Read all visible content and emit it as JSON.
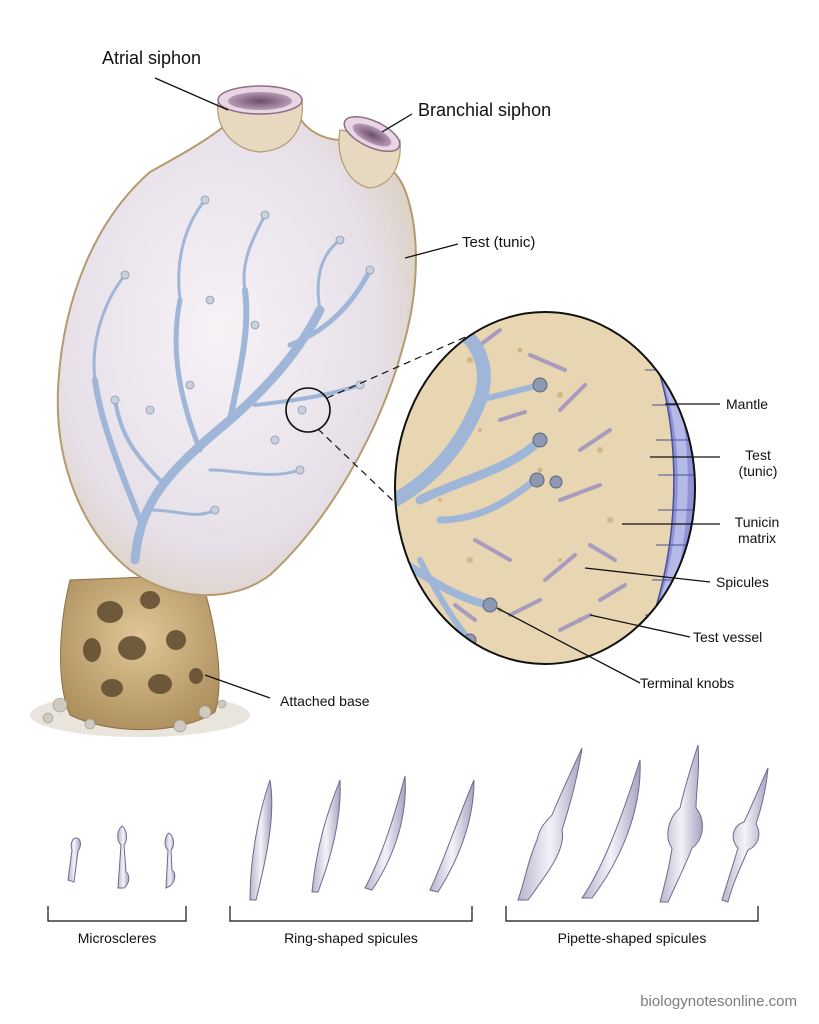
{
  "labels": {
    "atrial_siphon": "Atrial siphon",
    "branchial_siphon": "Branchial siphon",
    "test_tunic": "Test (tunic)",
    "attached_base": "Attached base",
    "mantle": "Mantle",
    "test_tunic_inset_line1": "Test",
    "test_tunic_inset_line2": "(tunic)",
    "tunicin_matrix_line1": "Tunicin",
    "tunicin_matrix_line2": "matrix",
    "spicules": "Spicules",
    "test_vessel": "Test vessel",
    "terminal_knobs": "Terminal knobs"
  },
  "spicule_groups": [
    {
      "label": "Microscleres"
    },
    {
      "label": "Ring-shaped spicules"
    },
    {
      "label": "Pipette-shaped spicules"
    }
  ],
  "watermark": "biologynotesonline.com",
  "colors": {
    "tunic_fill": "#ece6f0",
    "tunic_edge": "#b49a6e",
    "vessel_blue": "#9fb6d8",
    "matrix_tan": "#e8d6b2",
    "mantle_purple": "#8e93d6",
    "base_tan": "#c9ad7c"
  }
}
